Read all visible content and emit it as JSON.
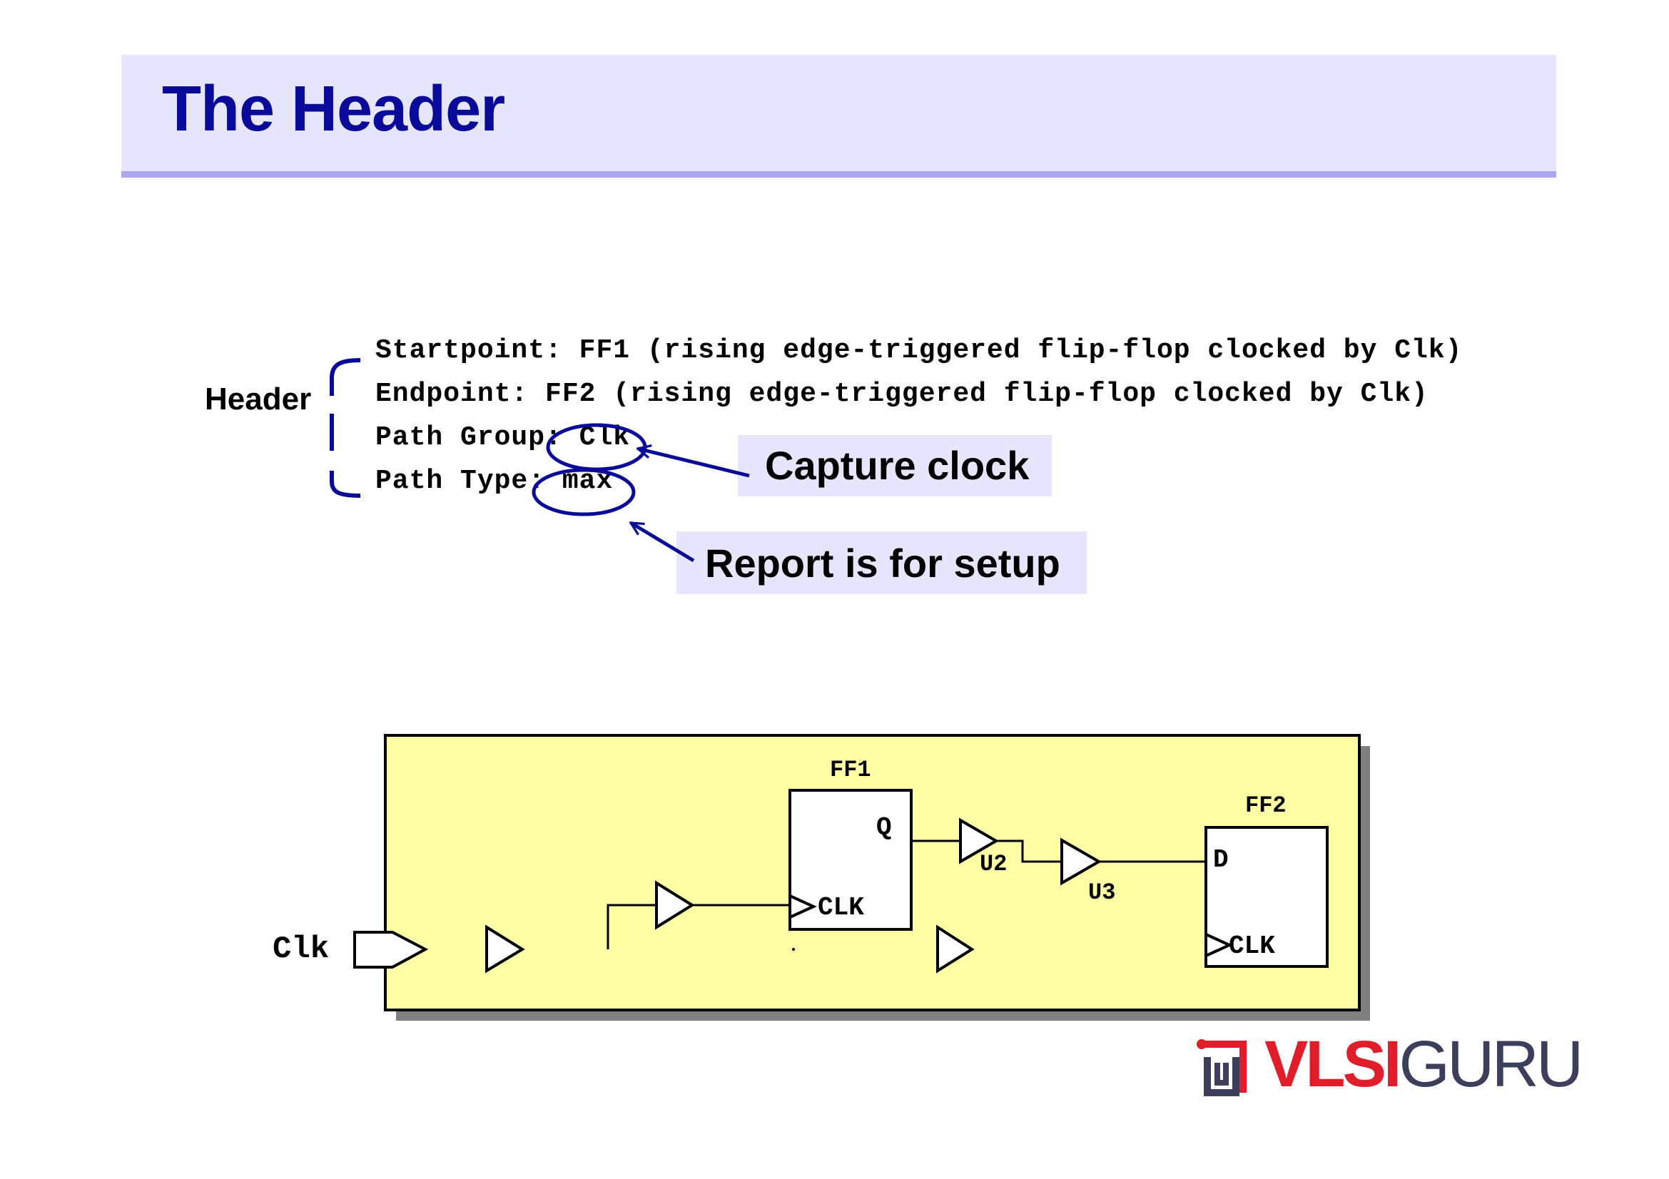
{
  "slide": {
    "title": "The Header"
  },
  "report": {
    "bracket_label": "Header",
    "lines": [
      "Startpoint: FF1 (rising edge-triggered flip-flop clocked by Clk)",
      "Endpoint: FF2 (rising edge-triggered flip-flop clocked by Clk)",
      "Path Group: Clk",
      "Path Type: max"
    ]
  },
  "callouts": {
    "capture": "Capture clock",
    "setup": "Report is for setup"
  },
  "circuit": {
    "clock_port": "Clk",
    "ff1": {
      "name": "FF1",
      "q_pin": "Q",
      "clk_pin": "CLK"
    },
    "ff2": {
      "name": "FF2",
      "d_pin": "D",
      "clk_pin": "CLK"
    },
    "u2": "U2",
    "u3": "U3"
  },
  "logo": {
    "part1": "VLSI",
    "part2": "GURU"
  },
  "colors": {
    "title": "#0a0a9a",
    "title_bar": "#e5e5fb",
    "annotation": "#0a0a9a",
    "circuit_fill": "#ffffa6",
    "circuit_shadow": "#7f7f7f",
    "logo_red": "#e21d2b",
    "logo_dark": "#3b3f5c"
  }
}
